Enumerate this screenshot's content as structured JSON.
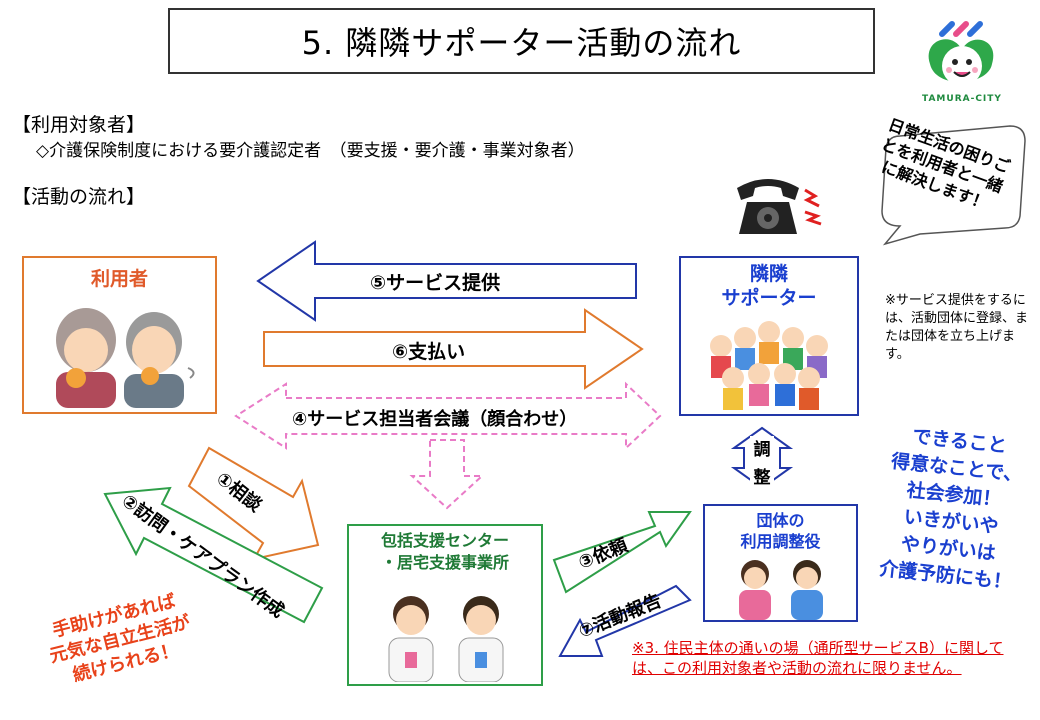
{
  "title": "5. 隣隣サポーター活動の流れ",
  "logo": {
    "text": "TAMURA-CITY",
    "colors": {
      "green": "#2ea84a",
      "blue": "#2e6fd8",
      "pink": "#e84d8a"
    }
  },
  "target_heading": "【利用対象者】",
  "target_desc": "◇介護保険制度における要介護認定者　（要支援・要介護・事業対象者）",
  "flow_heading": "【活動の流れ】",
  "bubble_text": "日常生活の困りごとを利用者と一緒に解決します！",
  "nodes": {
    "user": "利用者",
    "supporter": "隣隣\nサポーター",
    "center": "包括支援センター\n・居宅支援事業所",
    "org": "団体の\n利用調整役"
  },
  "arrows": {
    "service": "⑤サービス提供",
    "payment": "⑥支払い",
    "meeting": "④サービス担当者会議（顔合わせ）",
    "consult": "①相談",
    "visit": "②訪問・ケアプラン作成",
    "request": "③依頼",
    "report": "⑦活動報告",
    "adjust": "調整"
  },
  "notes": {
    "supporter_note": "※サービス提供をするには、活動団体に登録、または団体を立ち上げます。",
    "blue_note": "できること\n得意なことで、\n社会参加！\nいきがいや\nやりがいは\n介護予防にも！",
    "red_note": "手助けがあれば\n元気な自立生活が\n続けられる！",
    "bottom_note": "※3. 住民主体の通いの場（通所型サービスB）に関しては、この利用対象者や活動の流れに限りません。"
  },
  "colors": {
    "orange": "#e07a2e",
    "blue": "#2237a8",
    "green": "#2e9e48",
    "pink": "#e97bc7",
    "red": "#e00000"
  }
}
